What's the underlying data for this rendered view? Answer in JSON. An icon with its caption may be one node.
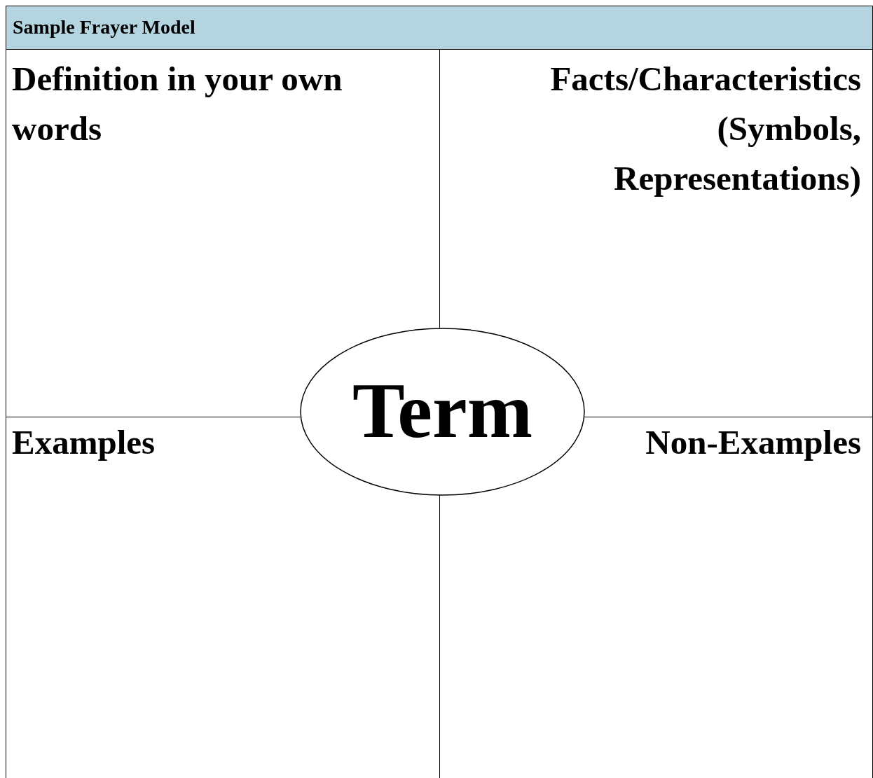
{
  "diagram": {
    "title": "Sample Frayer Model",
    "nodes": [
      {
        "text": [
          "Definition in your own words"
        ]
      },
      {
        "text": [
          "Facts/Characteristics (Symbols, Representations)"
        ]
      },
      {
        "text": [
          "Term"
        ]
      },
      {
        "text": [
          "Examples"
        ]
      },
      {
        "text": [
          "Non-Examples"
        ]
      }
    ],
    "edges": []
  }
}
